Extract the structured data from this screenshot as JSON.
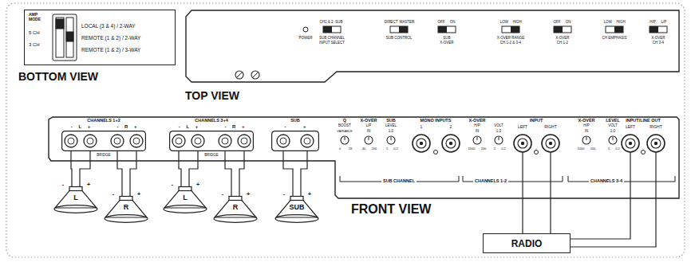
{
  "diagram": {
    "nodes": [
      {
        "text": [
          "BOTTOM VIEW"
        ]
      },
      {
        "text": [
          "TOP VIEW"
        ]
      },
      {
        "text": [
          "FRONT VIEW"
        ]
      },
      {
        "text": [
          "CHANNELS 1+2"
        ],
        "in": 2
      },
      {
        "text": [
          "CHANNELS 3+4"
        ],
        "in": 2
      },
      {
        "text": [
          "SUB"
        ],
        "in": 2
      },
      {
        "text": [
          "L"
        ]
      },
      {
        "text": [
          "R"
        ]
      },
      {
        "text": [
          "L"
        ]
      },
      {
        "text": [
          "R"
        ]
      },
      {
        "text": [
          "SUB"
        ]
      },
      {
        "text": [
          "RADIO"
        ]
      }
    ],
    "edges": [
      {
        "from": 3,
        "to": 6,
        "arrow": "none"
      },
      {
        "from": 3,
        "to": 7,
        "arrow": "none"
      },
      {
        "from": 4,
        "to": 8,
        "arrow": "none"
      },
      {
        "from": 4,
        "to": 9,
        "arrow": "none"
      },
      {
        "from": 5,
        "to": 10,
        "arrow": "none"
      },
      {
        "from": 11,
        "to": 2,
        "arrow": "none"
      }
    ],
    "labels": [
      "AMP MODE",
      "5 CH",
      "3 CH",
      "LOCAL (3 & 4) / 2-WAY",
      "REMOTE (1 & 2) / 2-WAY",
      "REMOTE (1 & 2) / 3-WAY",
      "POWER",
      "CH1 & 2",
      "SUB",
      "SUB CHANNEL",
      "INPUT SELECT",
      "DIRECT",
      "MASTER",
      "SUB CONTROL",
      "OFF",
      "ON",
      "SUB",
      "X-OVER",
      "LOW",
      "HIGH",
      "X-OVER RANGE",
      "CH 1-2 & 3-4",
      "OFF",
      "ON",
      "X-OVER",
      "CH 1-2",
      "LOW",
      "HIGH",
      "CH EMPHASIS",
      "H/P",
      "L/P",
      "X-OVER",
      "CH 3-4",
      "- L +",
      "- R +",
      "BRIDGE",
      "- L +",
      "- R +",
      "BRIDGE",
      "- +",
      "-",
      "+",
      "-",
      "+",
      "-",
      "+",
      "-",
      "+",
      "-",
      "+",
      "Q",
      "BOOST",
      "VARIABLE",
      "X-OVER",
      "L/P",
      "IN",
      "SUB",
      "LEVEL",
      "1.0",
      "MONO INPUTS",
      "1",
      "2",
      "X-OVER",
      "H/P",
      "VOLT",
      "IN",
      "1.0",
      "INPUT",
      "LEFT",
      "RIGHT",
      "X-OVER",
      "LEVEL",
      "H/P",
      "VOLT",
      "IN",
      "1.0",
      "INPUT/LINE OUT",
      "LEFT",
      "RIGHT",
      "0",
      "18",
      "40",
      "200",
      "5",
      "0.2",
      "1000",
      "200",
      "5",
      "0.2",
      "1000",
      "200",
      "5",
      "0.2",
      "SUB CHANNEL",
      "CHANNELS 1-2",
      "CHANNELS 3-4"
    ]
  }
}
